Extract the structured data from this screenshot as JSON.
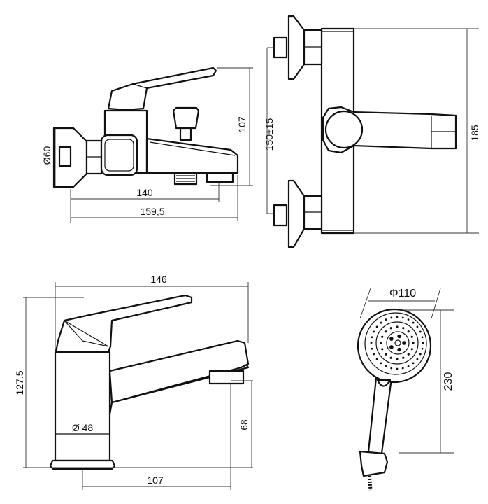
{
  "title": "Faucet dimension drawings",
  "bath_mixer_side": {
    "diameter_flange": "Ø60",
    "height": "107",
    "length_outlet": "140",
    "length_total": "159,5"
  },
  "bath_mixer_front": {
    "connection_spacing": "150±15",
    "width": "185"
  },
  "basin_mixer": {
    "length_total": "146",
    "height_total": "127.5",
    "diameter_body": "Ø 48",
    "spout_height": "68",
    "spout_reach": "107"
  },
  "hand_shower": {
    "diameter_head": "Φ110",
    "length": "230"
  },
  "colors": {
    "line": "#111111",
    "background": "#ffffff"
  }
}
